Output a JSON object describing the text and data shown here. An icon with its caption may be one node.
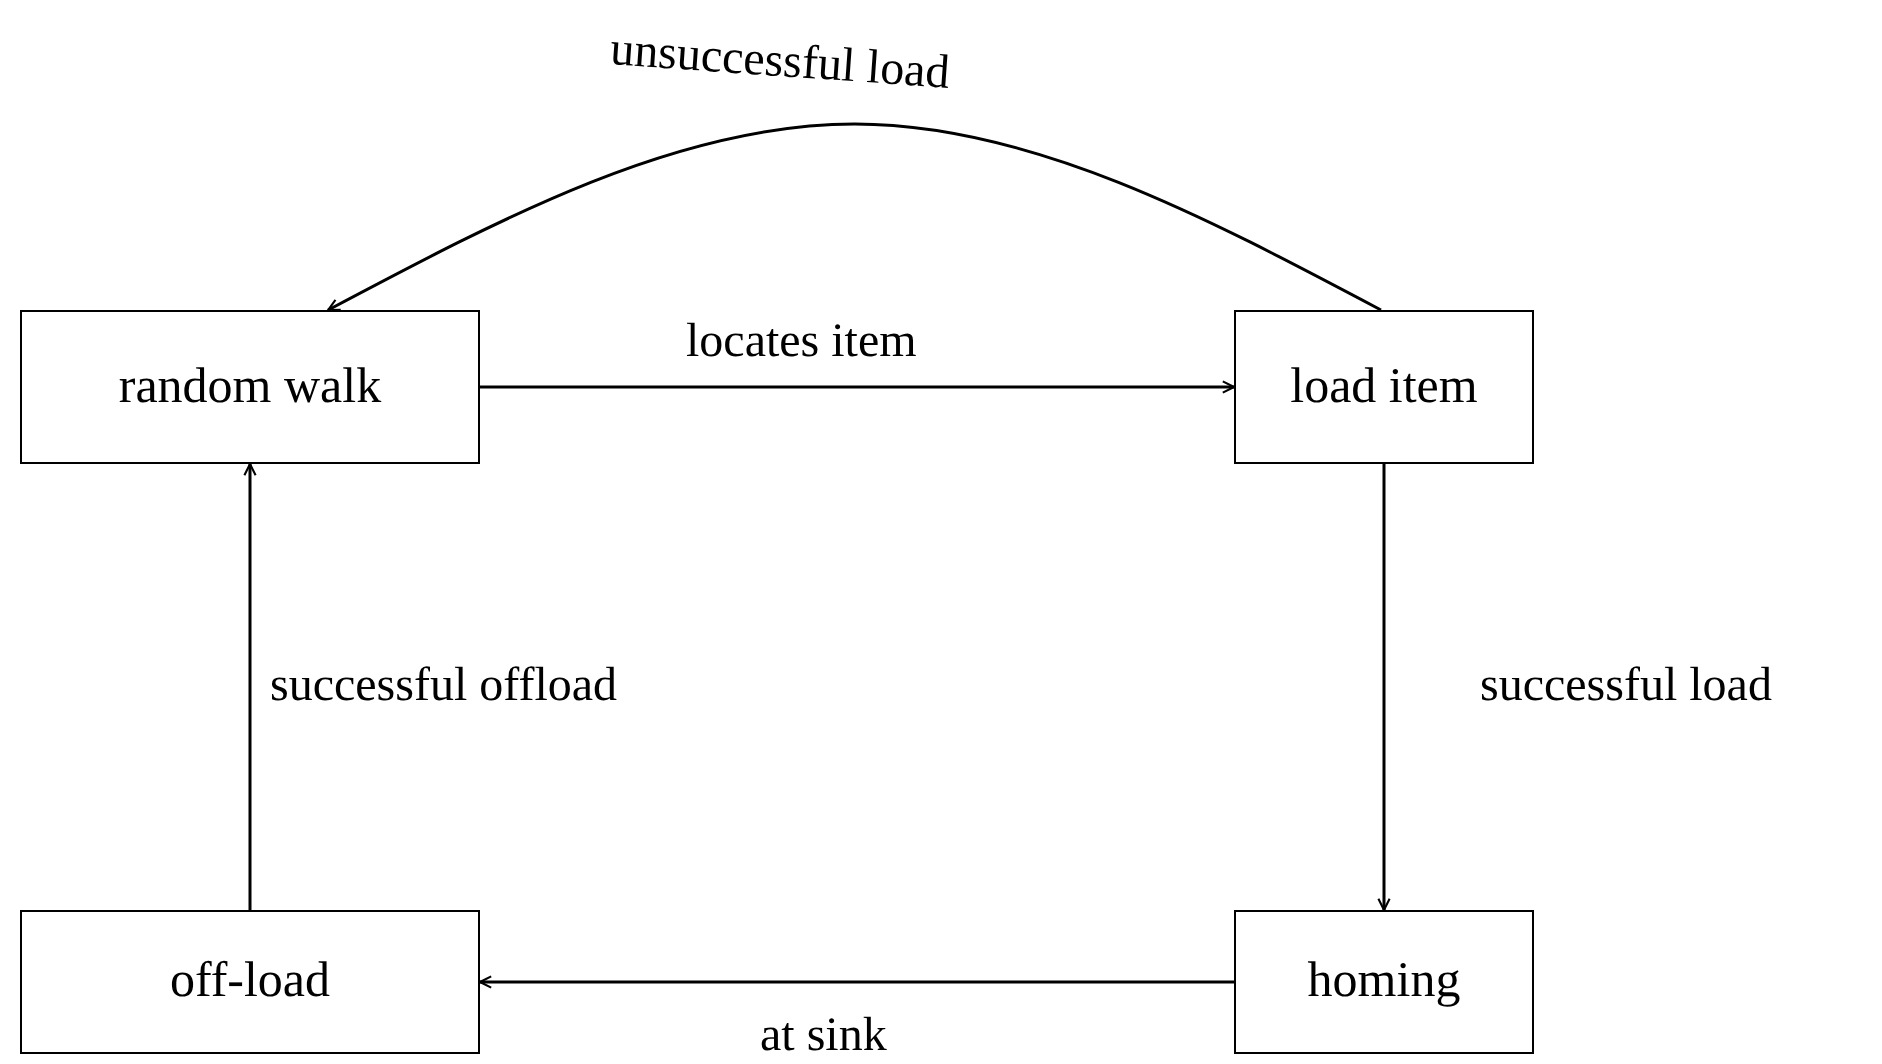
{
  "diagram": {
    "nodes": [
      {
        "text": [
          "random walk"
        ]
      },
      {
        "text": [
          "load item"
        ]
      },
      {
        "text": [
          "off-load"
        ]
      },
      {
        "text": [
          "homing"
        ]
      }
    ],
    "edges": [
      {
        "from": 1,
        "to": 0,
        "arrow": "to",
        "label": "unsuccessful load"
      },
      {
        "from": 0,
        "to": 1,
        "arrow": "to",
        "label": "locates item"
      },
      {
        "from": 1,
        "to": 3,
        "arrow": "to",
        "label": "successful load"
      },
      {
        "from": 3,
        "to": 2,
        "arrow": "to",
        "label": "at sink"
      },
      {
        "from": 2,
        "to": 0,
        "arrow": "to",
        "label": "successful offload"
      }
    ]
  }
}
